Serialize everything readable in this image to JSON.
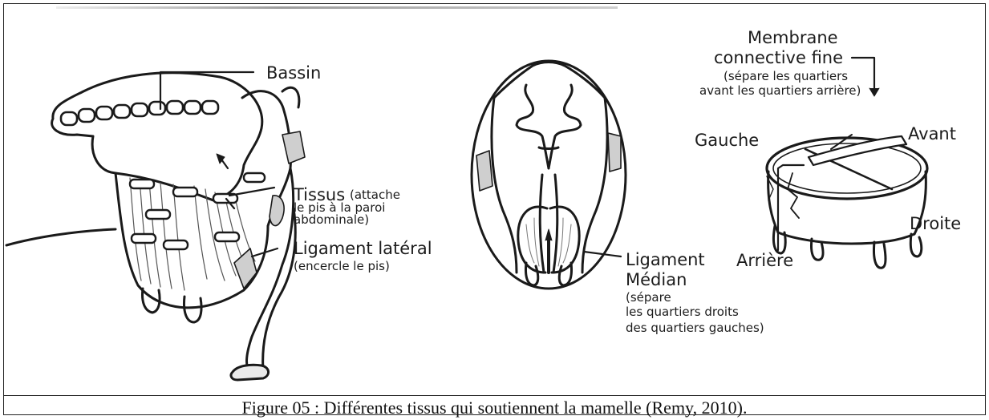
{
  "labels": {
    "bassin": "Bassin",
    "tissus_main": "Tissus",
    "tissus_paren_1": "(attache",
    "tissus_paren_2": "le pis à la paroi",
    "tissus_paren_3": "abdominale)",
    "lig_lateral": "Ligament latéral",
    "lig_lateral_sub": "(encercle le pis)",
    "lig_median_1": "Ligament",
    "lig_median_2": "Médian",
    "lig_median_sub_1": "(sépare",
    "lig_median_sub_2": "les quartiers droits",
    "lig_median_sub_3": "des quartiers gauches)",
    "membrane_1": "Membrane",
    "membrane_2": "connective fine",
    "membrane_sub_1": "(sépare les quartiers",
    "membrane_sub_2": "avant les quartiers arrière)",
    "gauche": "Gauche",
    "avant": "Avant",
    "droite": "Droite",
    "arriere": "Arrière"
  },
  "caption": "Figure 05 : Différentes tissus qui soutiennent la mamelle (Remy, 2010)."
}
